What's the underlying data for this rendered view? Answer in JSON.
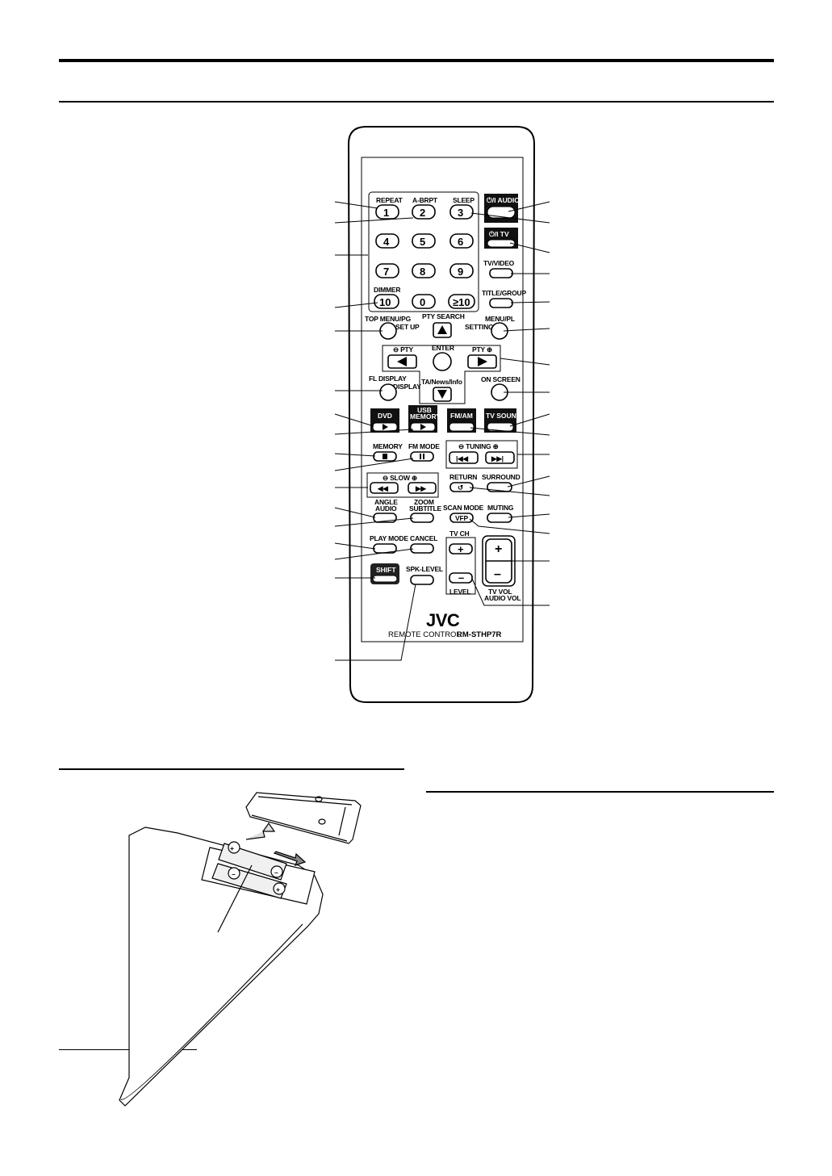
{
  "remote": {
    "numpad": {
      "row1": [
        {
          "label": "REPEAT",
          "key": "1"
        },
        {
          "label": "A-BRPT",
          "key": "2"
        },
        {
          "label": "SLEEP",
          "key": "3"
        }
      ],
      "row2": [
        "4",
        "5",
        "6"
      ],
      "row3": [
        "7",
        "8",
        "9"
      ],
      "row4": [
        {
          "label": "DIMMER",
          "key": "10"
        },
        {
          "label": "",
          "key": "0"
        },
        {
          "label": "",
          "key": "≥10"
        }
      ]
    },
    "power_audio": "⏻/I AUDIO",
    "power_tv": "⏻/I TV",
    "tv_video": "TV/VIDEO",
    "title_group": "TITLE/GROUP",
    "top_menu": "TOP MENU/PG",
    "set_up": "SET UP",
    "pty_search": "PTY SEARCH",
    "menu_pl": "MENU/PL",
    "setting": "SETTING",
    "pty_minus": "⊖ PTY",
    "enter": "ENTER",
    "pty_plus": "PTY ⊕",
    "fl_display": "FL DISPLAY",
    "display": "DISPLAY",
    "ta_news_info": "TA/News/Info",
    "on_screen": "ON SCREEN",
    "dvd": "DVD",
    "usb_memory_1": "USB",
    "usb_memory_2": "MEMORY",
    "fm_am": "FM/AM",
    "tv_sound": "TV SOUND",
    "memory": "MEMORY",
    "fm_mode": "FM MODE",
    "tuning": "⊖ TUNING ⊕",
    "slow": "⊖ SLOW ⊕",
    "return": "RETURN",
    "surround": "SURROUND",
    "angle": "ANGLE",
    "audio": "AUDIO",
    "zoom": "ZOOM",
    "subtitle": "SUBTITLE",
    "scan_mode": "SCAN MODE",
    "vfp": "VFP",
    "muting": "MUTING",
    "play_mode": "PLAY MODE",
    "cancel": "CANCEL",
    "tv_ch": "TV CH",
    "shift": "SHIFT",
    "spk_level": "SPK-LEVEL",
    "level": "LEVEL",
    "tv_vol": "TV VOL",
    "audio_vol": "AUDIO VOL",
    "brand": "JVC",
    "model_prefix": "REMOTE CONTROL",
    "model": "RM-STHP7R"
  }
}
